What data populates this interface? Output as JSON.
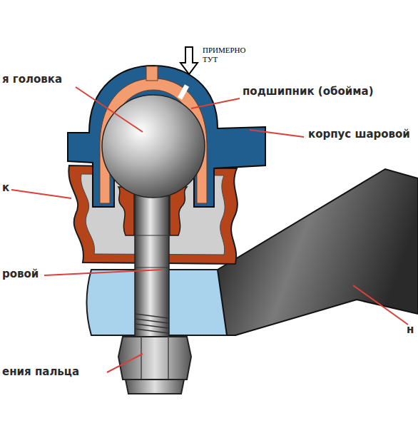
{
  "diagram": {
    "labels": [
      "я головка",
      "подшипник (обойма)",
      "корпус шаровой",
      "ПРИМЕРНО ТУТ",
      "к",
      "ровой",
      "ения пальца",
      "н"
    ]
  }
}
